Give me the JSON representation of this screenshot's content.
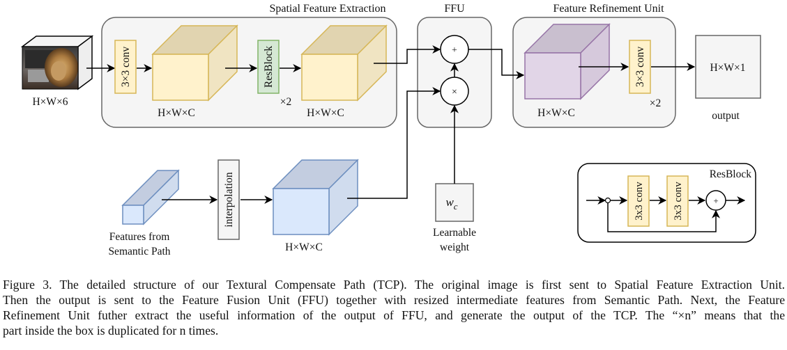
{
  "diagram": {
    "input": {
      "label": "H×W×6",
      "image": "lion-photo"
    },
    "spatial_feature_extraction": {
      "title": "Spatial Feature Extraction",
      "conv_label": "3×3 conv",
      "cube1_label": "H×W×C",
      "resblock_label": "ResBlock",
      "repeat_label": "×2",
      "cube2_label": "H×W×C"
    },
    "ffu": {
      "title": "FFU",
      "add_symbol": "+",
      "mul_symbol": "×"
    },
    "feature_refinement_unit": {
      "title": "Feature Refinement Unit",
      "cube_label": "H×W×C",
      "conv_label": "3×3 conv",
      "repeat_label": "×2"
    },
    "output": {
      "box_label": "H×W×1",
      "label": "output"
    },
    "semantic": {
      "features_label_line1": "Features from",
      "features_label_line2": "Semantic Path",
      "interpolation_label": "interpolation",
      "cube_label": "H×W×C"
    },
    "learnable_weight": {
      "symbol_main": "w",
      "symbol_sub": "c",
      "label_line1": "Learnable",
      "label_line2": "weight"
    },
    "resblock_detail": {
      "title": "ResBlock",
      "conv1_label": "3x3 conv",
      "conv2_label": "3x3 conv",
      "add_symbol": "+"
    },
    "colors": {
      "yellow_fill": "#fff2cc",
      "yellow_stroke": "#d6b656",
      "green_fill": "#d5e8d4",
      "green_stroke": "#82b366",
      "purple_fill": "#e1d5e7",
      "purple_stroke": "#9673a6",
      "blue_fill": "#dae8fc",
      "blue_stroke": "#6c8ebf",
      "panel_fill": "#f5f5f5",
      "panel_stroke": "#666666"
    }
  },
  "caption": {
    "line1": "Figure 3. The detailed structure of our Textural Compensate Path (TCP). The original image is first sent to Spatial Feature Extraction Unit.",
    "line2": "Then the output is sent to the Feature Fusion Unit (FFU) together with resized intermediate features from Semantic Path. Next, the Feature",
    "line3": "Refinement Unit futher extract the useful information of the output of FFU, and generate the output of the TCP. The “×n” means that the",
    "line4": "part inside the box is duplicated for n times."
  }
}
